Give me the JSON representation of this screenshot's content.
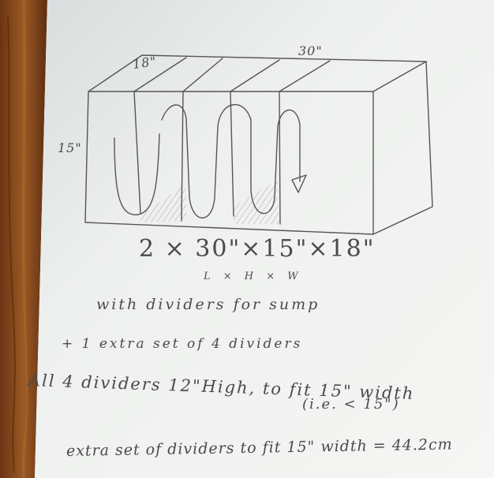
{
  "sketch": {
    "dimensions": {
      "depth": "18\"",
      "length": "30\"",
      "height": "15\""
    },
    "lines": {
      "size": "2 × 30\"×15\"×18\"",
      "axes": "L × H × W",
      "sump": "with dividers for sump",
      "extra_set": "+ 1 extra set of 4 dividers",
      "all_dividers": "All 4 dividers 12\"High, to fit 15\" width",
      "ie": "(i.e. < 15\")",
      "metric": "extra set of dividers to fit 15\" width = 44.2cm"
    }
  },
  "colors": {
    "wood": "#8a4a1e",
    "paper": "#f4f4f2",
    "pencil": "#4a4a4a"
  }
}
